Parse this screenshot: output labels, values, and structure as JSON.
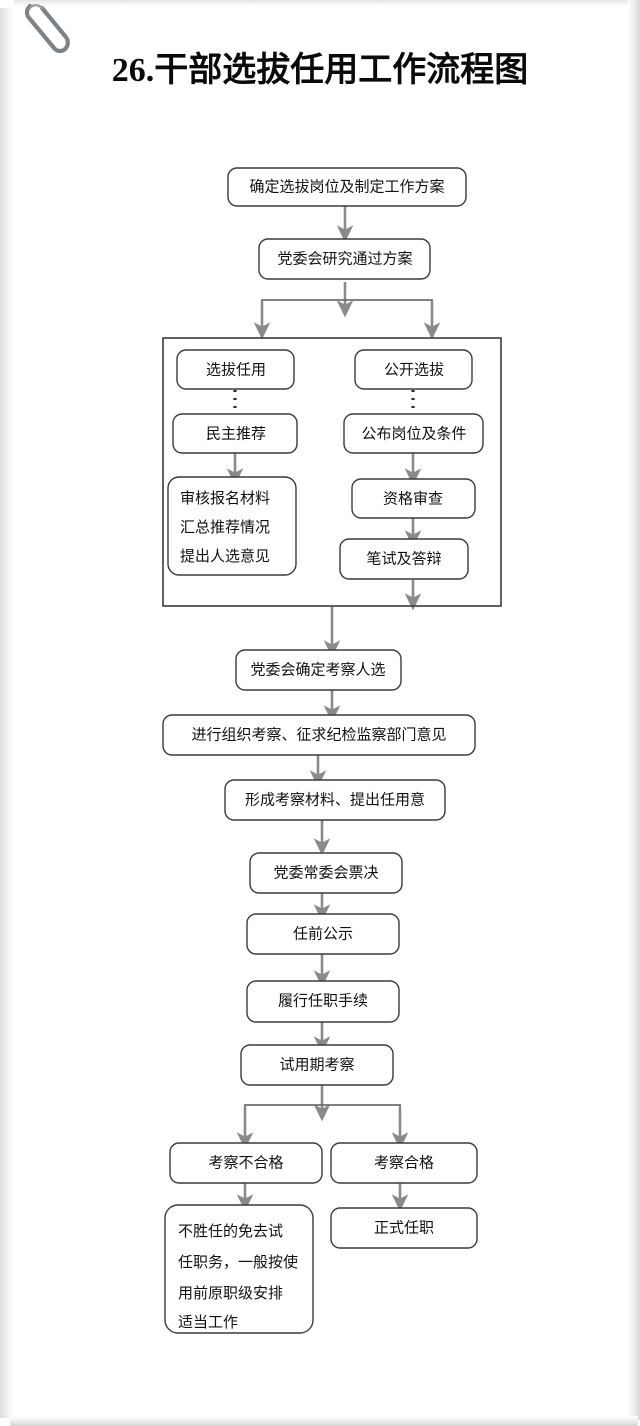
{
  "page": {
    "title": "26.干部选拔任用工作流程图",
    "decoration": "paperclip-icon",
    "background_color": "#ffffff",
    "accent_color": "#8a8a8a",
    "border_color": "#3a3a3a"
  },
  "flowchart": {
    "type": "flowchart",
    "orientation": "top-to-bottom",
    "nodes": {
      "n1": "确定选拔岗位及制定工作方案",
      "n2": "党委会研究通过方案",
      "n3": "选拔任用",
      "n4": "公开选拔",
      "n5": "民主推荐",
      "n6": "公布岗位及条件",
      "n7_line1": "审核报名材料",
      "n7_line2": "汇总推荐情况",
      "n7_line3": "提出人选意见",
      "n8": "资格审查",
      "n9": "笔试及答辩",
      "n10": "党委会确定考察人选",
      "n11": "进行组织考察、征求纪检监察部门意见",
      "n12": "形成考察材料、提出任用意",
      "n13": "党委常委会票决",
      "n14": "任前公示",
      "n15": "履行任职手续",
      "n16": "试用期考察",
      "n17": "考察不合格",
      "n18": "考察合格",
      "n19_line1": "不胜任的免去试",
      "n19_line2": "任职务，一般按使",
      "n19_line3": "用前原职级安排",
      "n19_line4": "适当工作",
      "n20": "正式任职"
    },
    "edges": [
      {
        "from": "n1",
        "to": "n2",
        "style": "arrow"
      },
      {
        "from": "n2",
        "to": "n3",
        "style": "split-arrow"
      },
      {
        "from": "n2",
        "to": "n4",
        "style": "split-arrow"
      },
      {
        "from": "n3",
        "to": "n5",
        "style": "dotted"
      },
      {
        "from": "n4",
        "to": "n6",
        "style": "dotted"
      },
      {
        "from": "n5",
        "to": "n7",
        "style": "arrow"
      },
      {
        "from": "n6",
        "to": "n8",
        "style": "arrow"
      },
      {
        "from": "n8",
        "to": "n9",
        "style": "arrow"
      },
      {
        "from": "n9",
        "to": "container-exit",
        "style": "arrow"
      },
      {
        "from": "container",
        "to": "n10",
        "style": "arrow"
      },
      {
        "from": "n10",
        "to": "n11",
        "style": "arrow"
      },
      {
        "from": "n11",
        "to": "n12",
        "style": "arrow"
      },
      {
        "from": "n12",
        "to": "n13",
        "style": "arrow"
      },
      {
        "from": "n13",
        "to": "n14",
        "style": "arrow"
      },
      {
        "from": "n14",
        "to": "n15",
        "style": "arrow"
      },
      {
        "from": "n15",
        "to": "n16",
        "style": "arrow"
      },
      {
        "from": "n16",
        "to": "n17",
        "style": "split-arrow"
      },
      {
        "from": "n16",
        "to": "n18",
        "style": "split-arrow"
      },
      {
        "from": "n17",
        "to": "n19",
        "style": "arrow"
      },
      {
        "from": "n18",
        "to": "n20",
        "style": "arrow"
      }
    ]
  }
}
